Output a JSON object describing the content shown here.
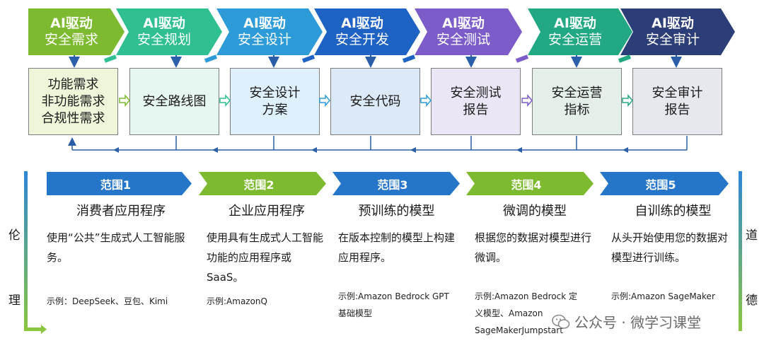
{
  "stages": [
    {
      "line1": "AI驱动",
      "line2": "安全需求",
      "color": "#7dba30"
    },
    {
      "line1": "AI驱动",
      "line2": "安全规划",
      "color": "#2fbf91"
    },
    {
      "line1": "AI驱动",
      "line2": "安全设计",
      "color": "#2e9bd9"
    },
    {
      "line1": "AI驱动",
      "line2": "安全开发",
      "color": "#1e62c4"
    },
    {
      "line1": "AI驱动",
      "line2": "安全测试",
      "color": "#7b5cc9"
    },
    {
      "line1": "AI驱动",
      "line2": "安全运营",
      "color": "#22a883"
    },
    {
      "line1": "AI驱动",
      "line2": "安全审计",
      "color": "#2c3e77"
    }
  ],
  "deliverables": [
    {
      "text": "功能需求\n非功能需求\n合规性需求",
      "bg": "#eef6da"
    },
    {
      "text": "安全路线图",
      "bg": "#e6f6f0"
    },
    {
      "text": "安全设计\n方案",
      "bg": "#def0fb"
    },
    {
      "text": "安全代码",
      "bg": "#dceaf8"
    },
    {
      "text": "安全测试\n报告",
      "bg": "#ebe6f6"
    },
    {
      "text": "安全运营\n指标",
      "bg": "#e4efe9"
    },
    {
      "text": "安全审计\n报告",
      "bg": "#e6e8ee"
    }
  ],
  "scopes": [
    {
      "label": "范围1",
      "color": "#2575c9",
      "title": "消费者应用程序",
      "desc": "使用“公共”生成式人工智能服务。",
      "example": "示例：DeepSeek、豆包、Kimi"
    },
    {
      "label": "范围2",
      "color": "#7dba30",
      "title": "企业应用程序",
      "desc": "使用具有生成式人工智能功能的应用程序或 SaaS。",
      "example": "示例:AmazonQ"
    },
    {
      "label": "范围3",
      "color": "#2575c9",
      "title": "预训练的模型",
      "desc": "在版本控制的模型上构建应用程序。",
      "example": "示例:Amazon Bedrock GPT基础模型"
    },
    {
      "label": "范围4",
      "color": "#7dba30",
      "title": "微调的模型",
      "desc": "根据您的数据对模型进行微调。",
      "example": "示例:Amazon Bedrock 定义模型、Amazon SageMakerJumpstart"
    },
    {
      "label": "范围5",
      "color": "#2575c9",
      "title": "自训练的模型",
      "desc": "从头开始使用您的数据对模型进行训练。",
      "example": "示例:Amazon SageMaker"
    }
  ],
  "side": {
    "left1": "伦",
    "left2": "理",
    "right1": "道",
    "right2": "德"
  },
  "watermark": {
    "text": "公众号 · 微学习课堂",
    "icon": "wechat-icon"
  }
}
